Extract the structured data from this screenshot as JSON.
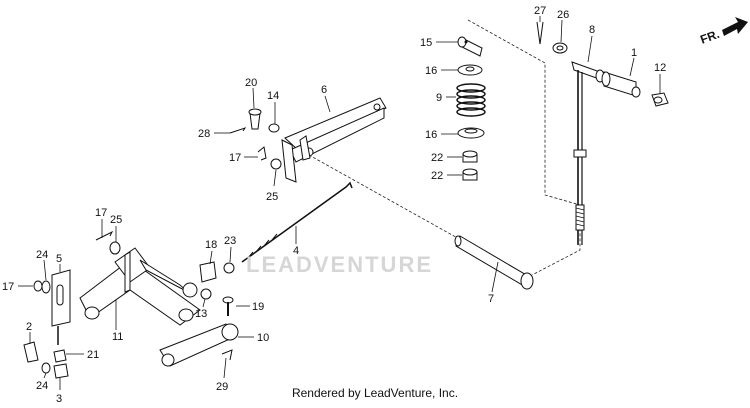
{
  "diagram": {
    "direction_label": "FR.",
    "watermark_text": "LEADVENTURE",
    "footer_text": "Rendered by LeadVenture, Inc.",
    "callouts": [
      {
        "id": "c27",
        "label": "27"
      },
      {
        "id": "c26",
        "label": "26"
      },
      {
        "id": "c8",
        "label": "8"
      },
      {
        "id": "c15",
        "label": "15"
      },
      {
        "id": "c1",
        "label": "1"
      },
      {
        "id": "c12",
        "label": "12"
      },
      {
        "id": "c16a",
        "label": "16"
      },
      {
        "id": "c9",
        "label": "9"
      },
      {
        "id": "c16b",
        "label": "16"
      },
      {
        "id": "c22a",
        "label": "22"
      },
      {
        "id": "c22b",
        "label": "22"
      },
      {
        "id": "c20",
        "label": "20"
      },
      {
        "id": "c14",
        "label": "14"
      },
      {
        "id": "c6",
        "label": "6"
      },
      {
        "id": "c28",
        "label": "28"
      },
      {
        "id": "c17a",
        "label": "17"
      },
      {
        "id": "c25a",
        "label": "25"
      },
      {
        "id": "c17b",
        "label": "17"
      },
      {
        "id": "c25b",
        "label": "25"
      },
      {
        "id": "c4",
        "label": "4"
      },
      {
        "id": "c18",
        "label": "18"
      },
      {
        "id": "c23",
        "label": "23"
      },
      {
        "id": "c24a",
        "label": "24"
      },
      {
        "id": "c5",
        "label": "5"
      },
      {
        "id": "c17c",
        "label": "17"
      },
      {
        "id": "c13",
        "label": "13"
      },
      {
        "id": "c19",
        "label": "19"
      },
      {
        "id": "c7",
        "label": "7"
      },
      {
        "id": "c11",
        "label": "11"
      },
      {
        "id": "c2",
        "label": "2"
      },
      {
        "id": "c21",
        "label": "21"
      },
      {
        "id": "c10",
        "label": "10"
      },
      {
        "id": "c24b",
        "label": "24"
      },
      {
        "id": "c3",
        "label": "3"
      },
      {
        "id": "c29",
        "label": "29"
      }
    ]
  }
}
